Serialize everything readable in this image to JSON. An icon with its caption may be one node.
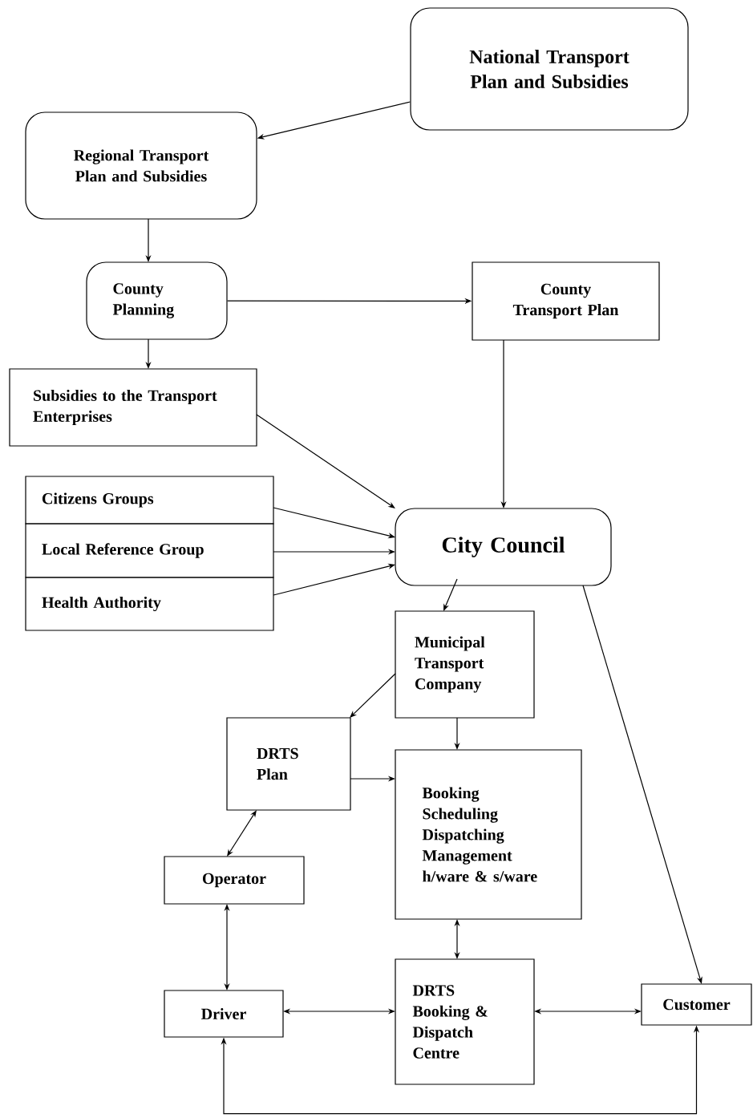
{
  "diagram": {
    "nodes": [
      {
        "text": [
          "National Transport Plan and Subsidies"
        ]
      },
      {
        "text": [
          "Regional Transport Plan and Subsidies"
        ]
      },
      {
        "text": [
          "County Planning"
        ]
      },
      {
        "text": [
          "County Transport Plan"
        ]
      },
      {
        "text": [
          "Subsidies to the Transport Enterprises"
        ]
      },
      {
        "text": [
          "Citizens Groups"
        ]
      },
      {
        "text": [
          "Local Reference Group"
        ]
      },
      {
        "text": [
          "Health Authority"
        ]
      },
      {
        "text": [
          "City Council"
        ]
      },
      {
        "text": [
          "Municipal Transport Company"
        ]
      },
      {
        "text": [
          "DRTS Plan"
        ]
      },
      {
        "text": [
          "Booking Scheduling Dispatching Management h/ware & s/ware"
        ]
      },
      {
        "text": [
          "Operator"
        ]
      },
      {
        "text": [
          "Driver"
        ]
      },
      {
        "text": [
          "DRTS Booking & Dispatch Centre"
        ]
      },
      {
        "text": [
          "Customer"
        ]
      }
    ],
    "edges": [
      {
        "from": 0,
        "to": 1,
        "arrow": "to"
      },
      {
        "from": 1,
        "to": 2,
        "arrow": "to"
      },
      {
        "from": 2,
        "to": 3,
        "arrow": "to"
      },
      {
        "from": 2,
        "to": 4,
        "arrow": "to"
      },
      {
        "from": 3,
        "to": 8,
        "arrow": "to"
      },
      {
        "from": 4,
        "to": 8,
        "arrow": "to"
      },
      {
        "from": 5,
        "to": 8,
        "arrow": "to"
      },
      {
        "from": 6,
        "to": 8,
        "arrow": "to"
      },
      {
        "from": 7,
        "to": 8,
        "arrow": "to"
      },
      {
        "from": 8,
        "to": 9,
        "arrow": "to"
      },
      {
        "from": 9,
        "to": 10,
        "arrow": "to"
      },
      {
        "from": 9,
        "to": 11,
        "arrow": "to"
      },
      {
        "from": 10,
        "to": 11,
        "arrow": "to"
      },
      {
        "from": 10,
        "to": 12,
        "arrow": "both"
      },
      {
        "from": 12,
        "to": 13,
        "arrow": "both"
      },
      {
        "from": 11,
        "to": 14,
        "arrow": "both"
      },
      {
        "from": 13,
        "to": 14,
        "arrow": "both"
      },
      {
        "from": 14,
        "to": 15,
        "arrow": "both"
      },
      {
        "from": 8,
        "to": 15,
        "arrow": "to"
      },
      {
        "from": 13,
        "to": 15,
        "arrow": "both"
      }
    ]
  }
}
